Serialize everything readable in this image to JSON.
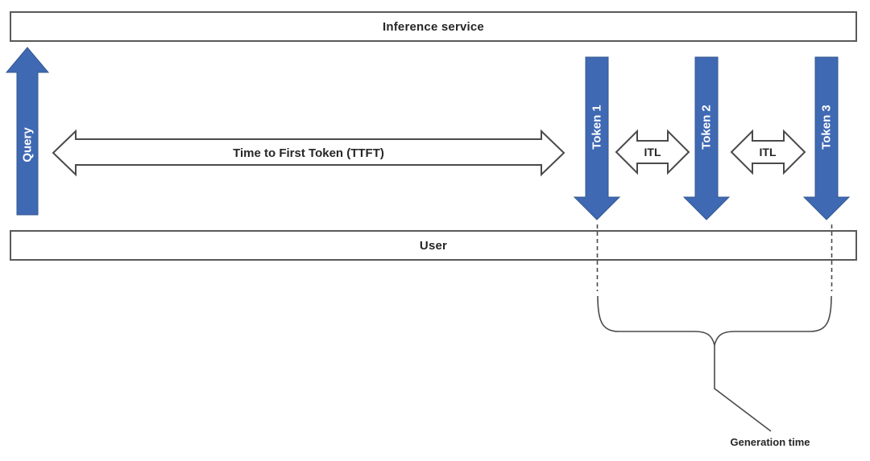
{
  "colors": {
    "accent_blue": "#3F69B3",
    "accent_blue_border": "#34598F",
    "outline_gray": "#4A4A4A",
    "bar_border_gray": "#595959",
    "text_dark": "#262626",
    "rotated_label_white": "#FFFFFF"
  },
  "lanes": {
    "inference_service": {
      "label": "Inference service"
    },
    "user": {
      "label": "User"
    }
  },
  "arrows": {
    "query": {
      "label": "Query",
      "direction": "up",
      "style": "solid-blue"
    },
    "ttft": {
      "label": "Time to First Token (TTFT)",
      "direction": "double-horizontal",
      "style": "outline"
    },
    "tokens": [
      {
        "label": "Token 1",
        "direction": "down",
        "style": "solid-blue"
      },
      {
        "label": "Token 2",
        "direction": "down",
        "style": "solid-blue"
      },
      {
        "label": "Token 3",
        "direction": "down",
        "style": "solid-blue"
      }
    ],
    "itl": [
      {
        "label": "ITL",
        "direction": "double-horizontal",
        "style": "outline"
      },
      {
        "label": "ITL",
        "direction": "double-horizontal",
        "style": "outline"
      }
    ]
  },
  "annotations": {
    "generation_time": {
      "label": "Generation time",
      "brace_span": "Token 1 to Token 3"
    }
  }
}
